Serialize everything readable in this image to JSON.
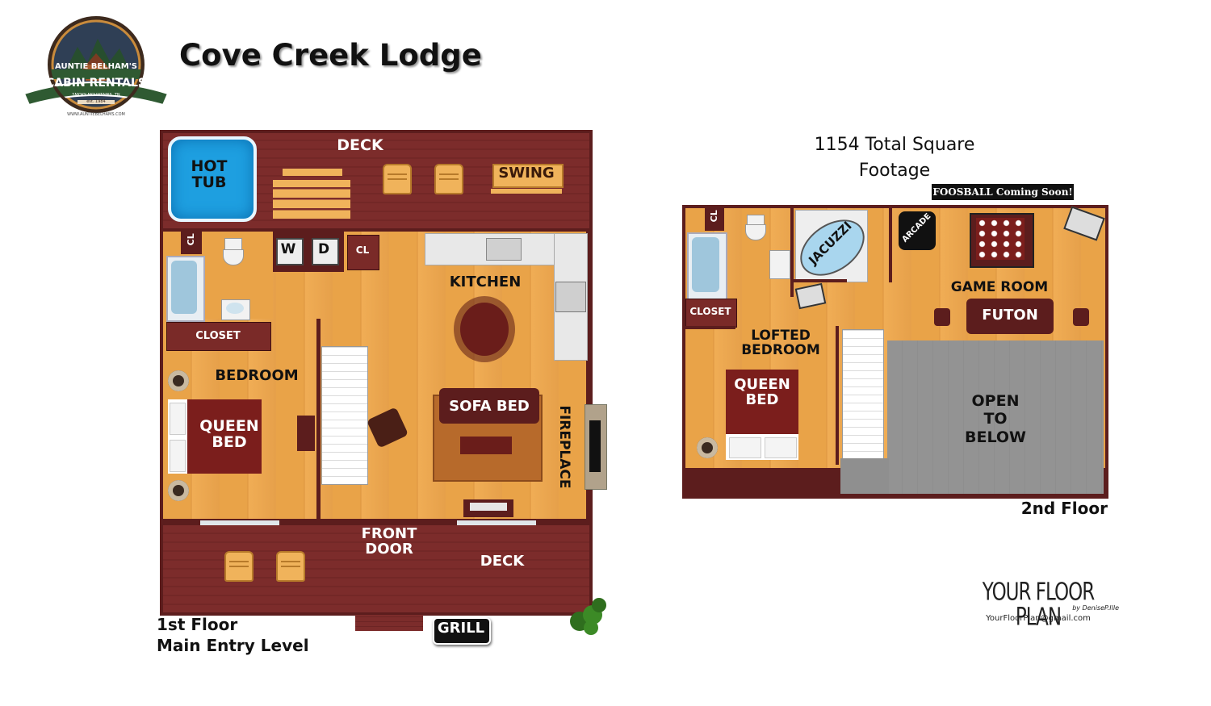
{
  "title": "Cove Creek Lodge",
  "logo": {
    "line1": "AUNTIE BELHAM'S",
    "line2": "CABIN RENTALS",
    "line3": "SMOKY MOUNTAINS, TN",
    "line4": "est. 1984",
    "line5": "WWW.AUNTIEBELHAMS.COM"
  },
  "square_footage": "1154 Total Square\nFootage",
  "first_floor": {
    "caption_1": "1st Floor",
    "caption_2": "Main Entry Level",
    "rooms": {
      "deck_top": "DECK",
      "hot_tub": "HOT\nTUB",
      "swing": "SWING",
      "cl_bath": "CL",
      "washer": "W",
      "dryer": "D",
      "cl_laundry": "CL",
      "kitchen": "KITCHEN",
      "closet": "CLOSET",
      "bedroom": "BEDROOM",
      "queen_bed": "QUEEN\nBED",
      "sofa_bed": "SOFA BED",
      "fireplace": "FIREPLACE",
      "front_door": "FRONT\nDOOR",
      "deck_bottom": "DECK",
      "grill": "GRILL"
    }
  },
  "second_floor": {
    "caption": "2nd Floor",
    "foosball_note": "FOOSBALL Coming Soon!",
    "rooms": {
      "cl": "CL",
      "jacuzzi": "JACUZZI",
      "arcade": "ARCADE",
      "game_room": "GAME ROOM",
      "futon": "FUTON",
      "closet": "CLOSET",
      "lofted_bedroom": "LOFTED\nBEDROOM",
      "queen_bed": "QUEEN\nBED",
      "open_to_below": "OPEN\nTO\nBELOW"
    }
  },
  "credit": {
    "brand": "YOUR FLOOR PLAN",
    "by": "by DeniseP.Ille",
    "email": "YourFloorPlan@gmail.com"
  },
  "colors": {
    "wall": "#5c1d1d",
    "floor": "#e9a348",
    "deck": "#7c2c2b",
    "open_to_below": "#8f8f8f",
    "hot_tub": "#2aa9e0"
  }
}
